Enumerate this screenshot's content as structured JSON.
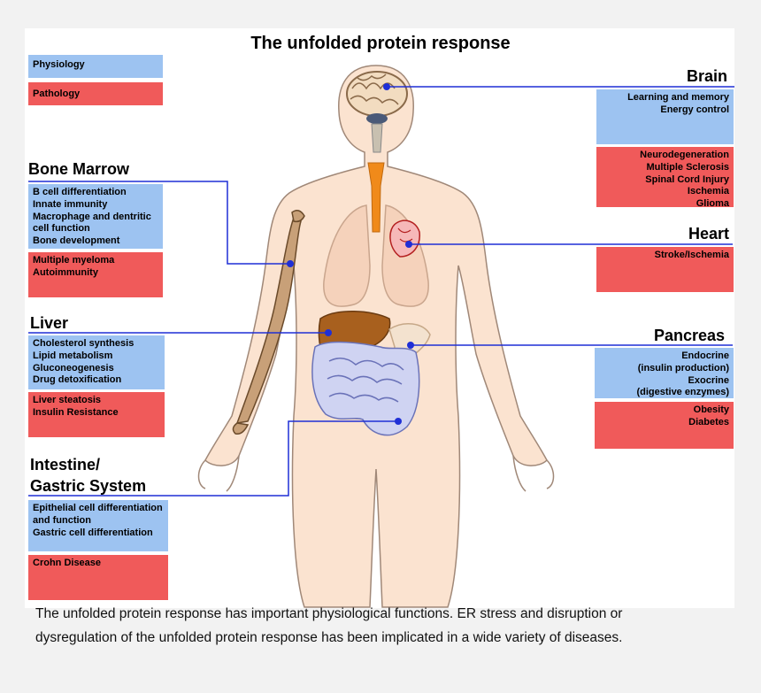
{
  "title": "The unfolded protein response",
  "legend": {
    "physiology": "Physiology",
    "pathology": "Pathology"
  },
  "organs": {
    "brain": {
      "name": "Brain",
      "physiology": [
        "Learning and memory",
        "Energy control"
      ],
      "pathology": [
        "Neurodegeneration",
        "Multiple Sclerosis",
        "Spinal Cord Injury",
        "Ischemia",
        "Glioma"
      ]
    },
    "bone_marrow": {
      "name": "Bone Marrow",
      "physiology": [
        "B cell differentiation",
        "Innate immunity",
        "Macrophage and dentritic",
        "cell function",
        "Bone development"
      ],
      "pathology": [
        "Multiple myeloma",
        "Autoimmunity"
      ]
    },
    "heart": {
      "name": "Heart",
      "pathology": [
        "Stroke/Ischemia"
      ]
    },
    "liver": {
      "name": "Liver",
      "physiology": [
        "Cholesterol synthesis",
        "Lipid metabolism",
        "Gluconeogenesis",
        "Drug detoxification"
      ],
      "pathology": [
        "Liver steatosis",
        "Insulin Resistance"
      ]
    },
    "pancreas": {
      "name": "Pancreas",
      "physiology": [
        "Endocrine",
        "(insulin production)",
        "Exocrine",
        "(digestive enzymes)"
      ],
      "pathology": [
        "Obesity",
        "Diabetes"
      ]
    },
    "intestine": {
      "name_line1": "Intestine/",
      "name_line2": "Gastric System",
      "physiology": [
        "Epithelial cell differentiation",
        "and function",
        "Gastric cell differentiation"
      ],
      "pathology": [
        "Crohn Disease"
      ]
    }
  },
  "caption": [
    "The unfolded protein response has important physiological functions. ER stress and disruption or",
    "dysregulation of the unfolded protein response has been implicated in a wide variety of diseases."
  ],
  "colors": {
    "physiology": "#9dc3f1",
    "pathology": "#f05a5a",
    "connector": "#1f2fd6",
    "skin": "#fbe3d0"
  },
  "icons": [
    "brain-icon",
    "spinal-cord-icon",
    "esophagus-icon",
    "lungs-icon",
    "heart-icon",
    "liver-icon",
    "pancreas-icon",
    "intestine-icon",
    "bone-icon"
  ]
}
